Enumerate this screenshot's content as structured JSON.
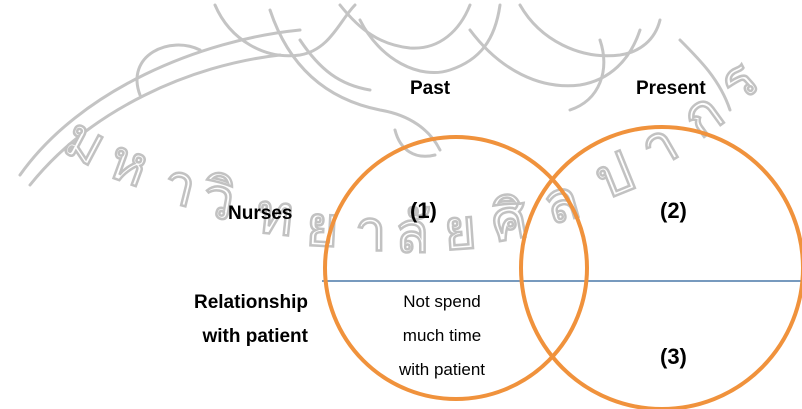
{
  "watermark": {
    "description_text": "มหาวิทยาลัยศิลปากร",
    "color": "#bdbdbd"
  },
  "columns": {
    "past": "Past",
    "present": "Present"
  },
  "rows": {
    "nurses": "Nurses",
    "relationship_line1": "Relationship",
    "relationship_line2": "with patient"
  },
  "markers": {
    "m1": "(1)",
    "m2": "(2)",
    "m3": "(3)"
  },
  "past_relationship": {
    "line1": "Not spend",
    "line2": "much time",
    "line3": "with patient"
  },
  "colors": {
    "circle_stroke": "#f0923c",
    "divider": "#4a78a8"
  }
}
